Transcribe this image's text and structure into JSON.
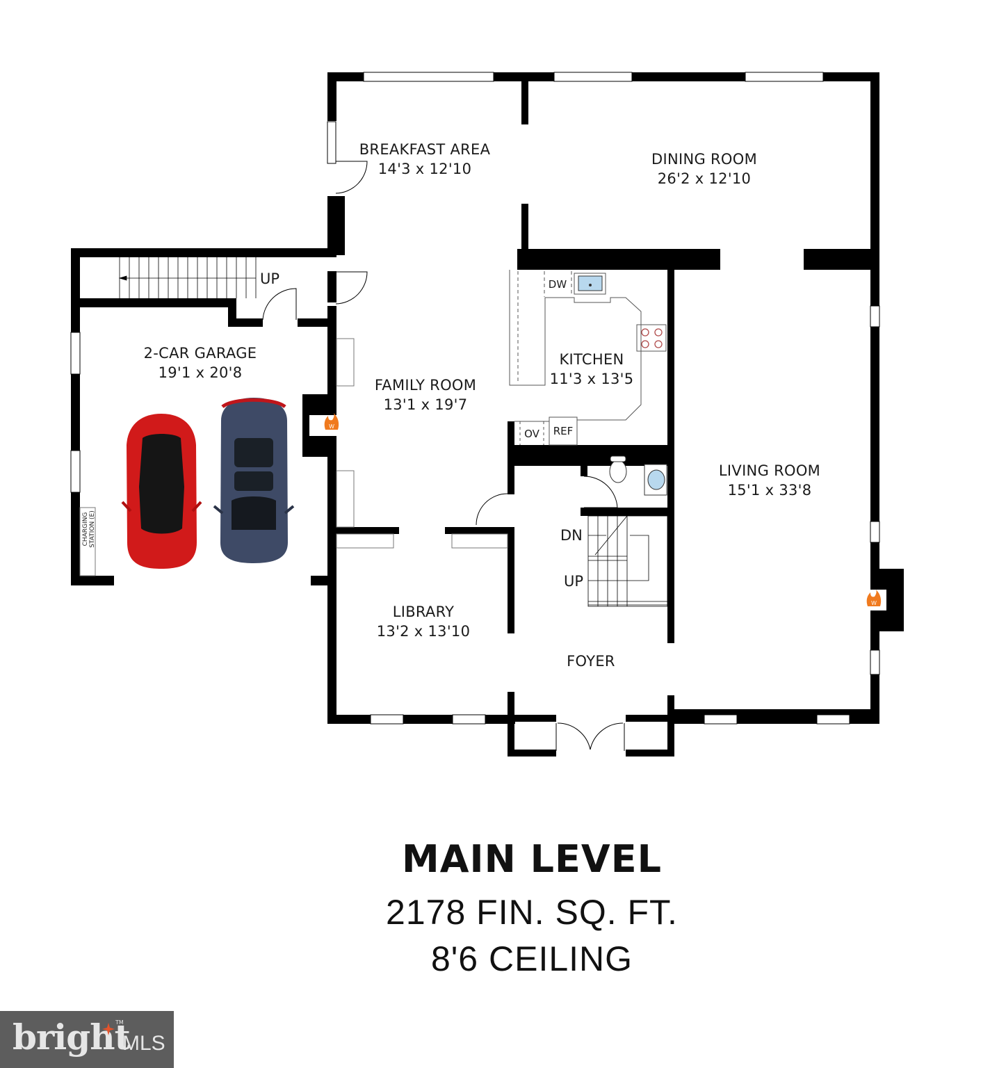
{
  "plan": {
    "title": "MAIN LEVEL",
    "finished_area": "2178 FIN. SQ. FT.",
    "ceiling": "8'6 CEILING"
  },
  "rooms": [
    {
      "name": "BREAKFAST AREA",
      "dims": "14'3 x 12'10"
    },
    {
      "name": "DINING ROOM",
      "dims": "26'2 x 12'10"
    },
    {
      "name": "2-CAR GARAGE",
      "dims": "19'1 x 20'8"
    },
    {
      "name": "FAMILY ROOM",
      "dims": "13'1 x 19'7"
    },
    {
      "name": "KITCHEN",
      "dims": "11'3 x 13'5"
    },
    {
      "name": "LIVING ROOM",
      "dims": "15'1 x 33'8"
    },
    {
      "name": "LIBRARY",
      "dims": "13'2 x 13'10"
    },
    {
      "name": "FOYER",
      "dims": ""
    }
  ],
  "fixtures": {
    "dishwasher": "DW",
    "oven": "OV",
    "refrigerator": "REF",
    "garage_stairs": "UP",
    "stairs_down": "DN",
    "stairs_up": "UP",
    "charging_station": "CHARGING STATION (E)"
  },
  "icons": {
    "fireplace": "wood-fireplace-icon",
    "fireplace_letter": "W",
    "red_car": "red-sports-car",
    "blue_car": "blue-suv"
  },
  "colors": {
    "wall": "#000000",
    "fireplace": "#f07a1e",
    "sink_water": "#b8d8ee",
    "red_car": "#d11a1a",
    "blue_car": "#3e4a66",
    "logo_bg": "#5d5d5d",
    "logo_accent": "#e5532b"
  },
  "branding": {
    "logo_word": "bright",
    "logo_mls": "MLS",
    "logo_tm": "TM"
  }
}
